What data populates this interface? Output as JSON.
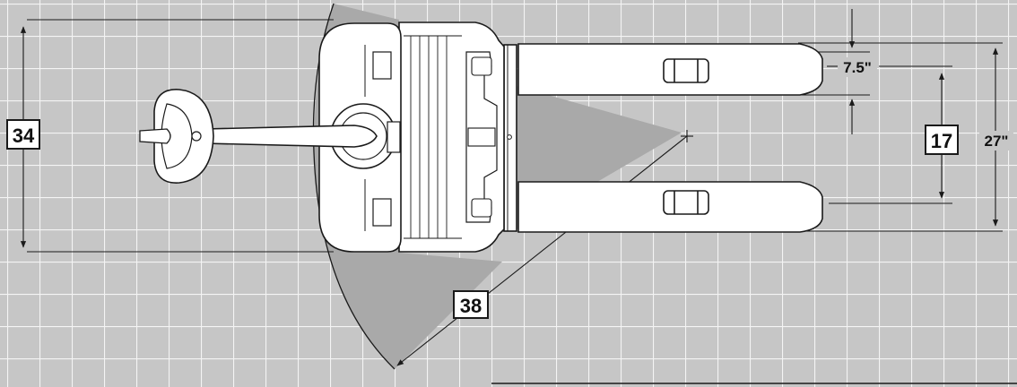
{
  "dimensions": {
    "overall_length_box": "34",
    "fork_spread_box": "17",
    "turning_radius_box": "38",
    "fork_width": "7.5\"",
    "overall_width": "27\""
  },
  "colors": {
    "grid_background": "#c6c6c6",
    "grid_lines": "#f4f4f4",
    "sweep_shading": "#a9a9a9",
    "outline": "#1a1a1a",
    "truck_body": "#ffffff"
  }
}
